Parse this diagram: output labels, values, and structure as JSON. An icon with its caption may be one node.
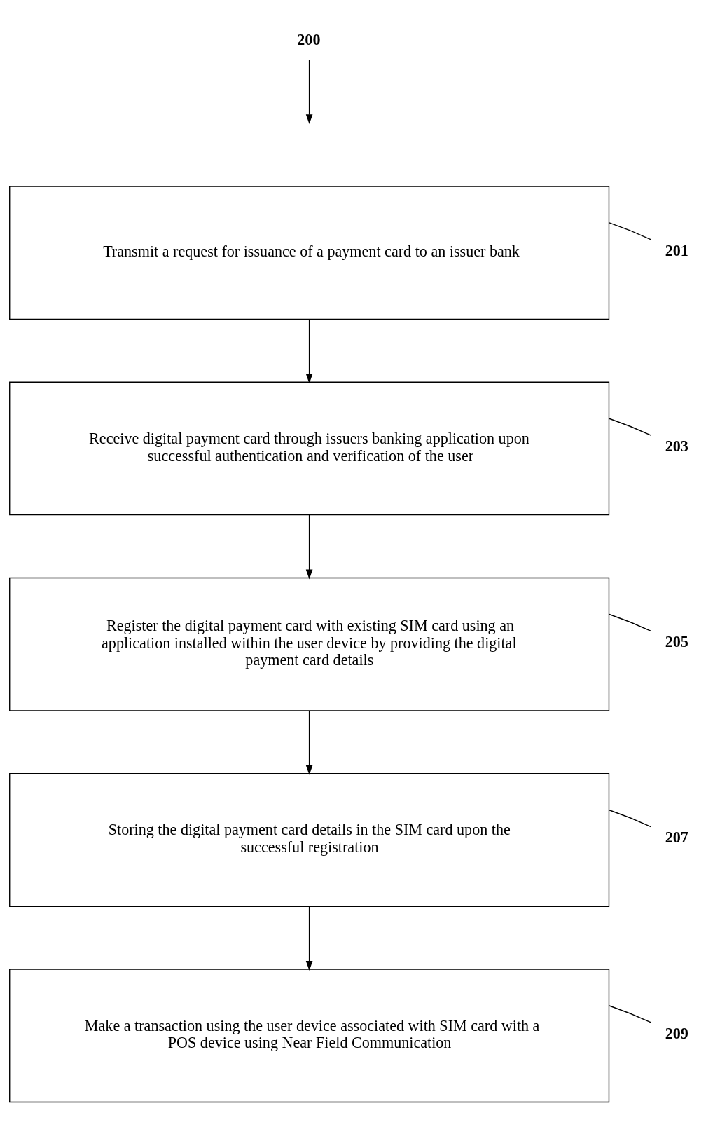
{
  "diagram": {
    "nodes": [
      {
        "text": [
          "200"
        ]
      },
      {
        "text": [
          "Transmit a request for issuance of a payment card to an issuer bank"
        ]
      },
      {
        "text": [
          "201"
        ]
      },
      {
        "text": [
          "Receive digital payment card through issuers banking application upon successful authentication and verification of the user"
        ]
      },
      {
        "text": [
          "203"
        ]
      },
      {
        "text": [
          "Register the digital payment card with existing SIM card using an application installed within the user device by providing the digital payment card details"
        ]
      },
      {
        "text": [
          "205"
        ]
      },
      {
        "text": [
          "Storing the digital payment card details in the SIM card upon the successful registration"
        ]
      },
      {
        "text": [
          "207"
        ]
      },
      {
        "text": [
          "Make a transaction using the user device associated with SIM card with a POS device using Near Field Communication"
        ]
      },
      {
        "text": [
          "209"
        ]
      }
    ],
    "edges": [
      {
        "from": 0,
        "to": null,
        "arrow": "to"
      },
      {
        "from": 1,
        "to": 3,
        "arrow": "to"
      },
      {
        "from": 3,
        "to": 5,
        "arrow": "to"
      },
      {
        "from": 5,
        "to": 7,
        "arrow": "to"
      },
      {
        "from": 7,
        "to": 9,
        "arrow": "to"
      },
      {
        "from": 2,
        "to": 1,
        "arrow": "none"
      },
      {
        "from": 4,
        "to": 3,
        "arrow": "none"
      },
      {
        "from": 6,
        "to": 5,
        "arrow": "none"
      },
      {
        "from": 8,
        "to": 7,
        "arrow": "none"
      },
      {
        "from": 10,
        "to": 9,
        "arrow": "none"
      }
    ]
  }
}
